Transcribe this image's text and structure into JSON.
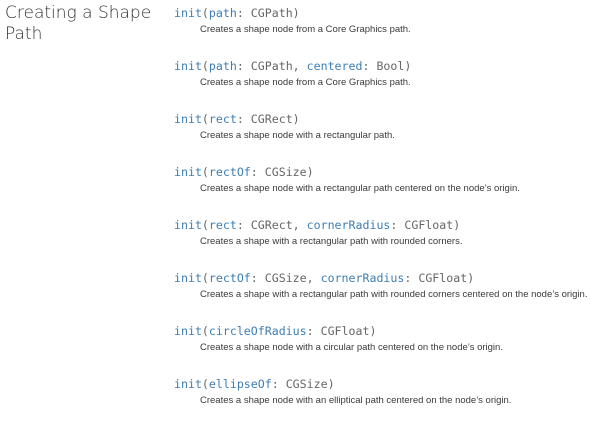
{
  "section_title": "Creating a Shape Path",
  "colors": {
    "keyword": "#3e7eb4",
    "type": "#666666",
    "description": "#3a3a3a",
    "title": "#333333"
  },
  "entries": [
    {
      "tokens": [
        {
          "text": "init",
          "kind": "kw"
        },
        {
          "text": "(",
          "kind": "plain"
        },
        {
          "text": "path",
          "kind": "kw"
        },
        {
          "text": ": CGPath)",
          "kind": "plain"
        }
      ],
      "description": "Creates a shape node from a Core Graphics path."
    },
    {
      "tokens": [
        {
          "text": "init",
          "kind": "kw"
        },
        {
          "text": "(",
          "kind": "plain"
        },
        {
          "text": "path",
          "kind": "kw"
        },
        {
          "text": ": CGPath, ",
          "kind": "plain"
        },
        {
          "text": "centered",
          "kind": "kw"
        },
        {
          "text": ": Bool)",
          "kind": "plain"
        }
      ],
      "description": "Creates a shape node from a Core Graphics path."
    },
    {
      "tokens": [
        {
          "text": "init",
          "kind": "kw"
        },
        {
          "text": "(",
          "kind": "plain"
        },
        {
          "text": "rect",
          "kind": "kw"
        },
        {
          "text": ": CGRect)",
          "kind": "plain"
        }
      ],
      "description": "Creates a shape node with a rectangular path."
    },
    {
      "tokens": [
        {
          "text": "init",
          "kind": "kw"
        },
        {
          "text": "(",
          "kind": "plain"
        },
        {
          "text": "rectOf",
          "kind": "kw"
        },
        {
          "text": ": CGSize)",
          "kind": "plain"
        }
      ],
      "description": "Creates a shape node with a rectangular path centered on the node’s origin."
    },
    {
      "tokens": [
        {
          "text": "init",
          "kind": "kw"
        },
        {
          "text": "(",
          "kind": "plain"
        },
        {
          "text": "rect",
          "kind": "kw"
        },
        {
          "text": ": CGRect, ",
          "kind": "plain"
        },
        {
          "text": "cornerRadius",
          "kind": "kw"
        },
        {
          "text": ": CGFloat)",
          "kind": "plain"
        }
      ],
      "description": "Creates a shape with a rectangular path with rounded corners."
    },
    {
      "tokens": [
        {
          "text": "init",
          "kind": "kw"
        },
        {
          "text": "(",
          "kind": "plain"
        },
        {
          "text": "rectOf",
          "kind": "kw"
        },
        {
          "text": ": CGSize, ",
          "kind": "plain"
        },
        {
          "text": "cornerRadius",
          "kind": "kw"
        },
        {
          "text": ": CGFloat)",
          "kind": "plain"
        }
      ],
      "description": "Creates a shape with a rectangular path with rounded corners centered on the node’s origin."
    },
    {
      "tokens": [
        {
          "text": "init",
          "kind": "kw"
        },
        {
          "text": "(",
          "kind": "plain"
        },
        {
          "text": "circleOfRadius",
          "kind": "kw"
        },
        {
          "text": ": CGFloat)",
          "kind": "plain"
        }
      ],
      "description": "Creates a shape node with a circular path centered on the node’s origin."
    },
    {
      "tokens": [
        {
          "text": "init",
          "kind": "kw"
        },
        {
          "text": "(",
          "kind": "plain"
        },
        {
          "text": "ellipseOf",
          "kind": "kw"
        },
        {
          "text": ": CGSize)",
          "kind": "plain"
        }
      ],
      "description": "Creates a shape node with an elliptical path centered on the node’s origin."
    }
  ]
}
